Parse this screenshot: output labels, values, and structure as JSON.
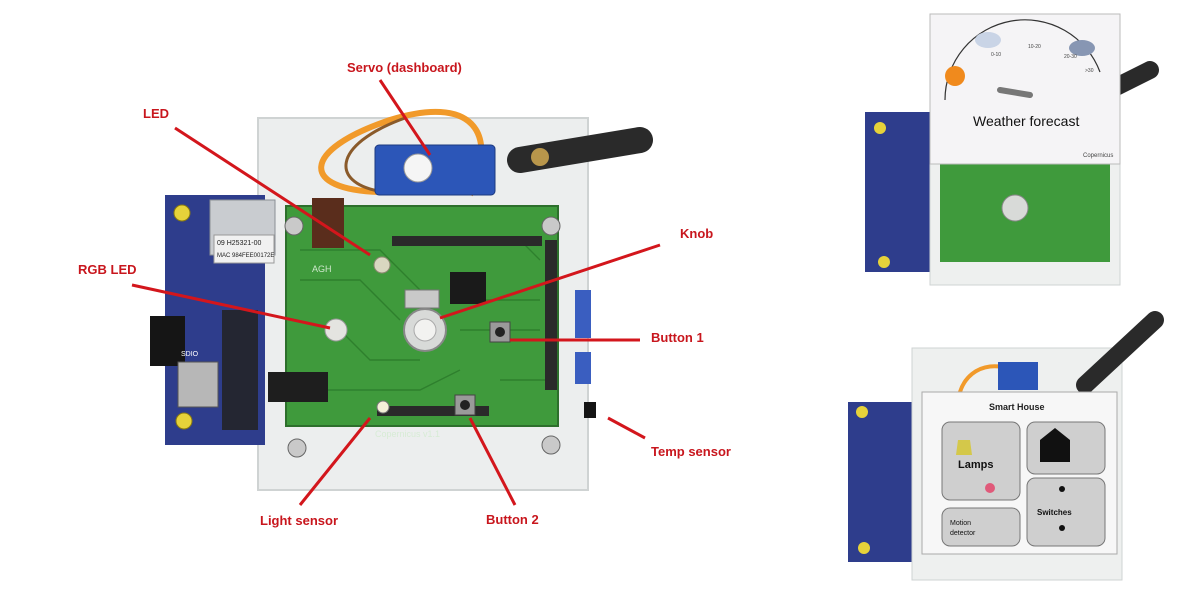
{
  "colors": {
    "annotation": "#d3161c",
    "pcb_green": "#3f9a3c",
    "board_blue": "#2f3f8e",
    "servo_blue": "#2c56b8",
    "wire_orange": "#f19a2a",
    "acrylic": "#e9ecec"
  },
  "labels": {
    "servo": "Servo (dashboard)",
    "led": "LED",
    "knob": "Knob",
    "rgb_led": "RGB LED",
    "button1": "Button 1",
    "temp_sensor": "Temp sensor",
    "light_sensor": "Light sensor",
    "button2": "Button 2"
  },
  "board_text": {
    "mac_line1": "09 H25321-00",
    "mac_line2": "MAC 984FEE00172E",
    "copernicus": "Copernicus v1.1",
    "agh": "AGH",
    "sdio": "SDIO"
  },
  "weather_panel": {
    "title": "Weather forecast",
    "brand": "Copernicus",
    "scale_marks": [
      "0-10",
      "10-20",
      "20-30",
      ">30"
    ]
  },
  "smart_house_panel": {
    "title": "Smart House",
    "lamps": "Lamps",
    "motion": "Motion",
    "detector": "detector",
    "switches": "Switches"
  }
}
